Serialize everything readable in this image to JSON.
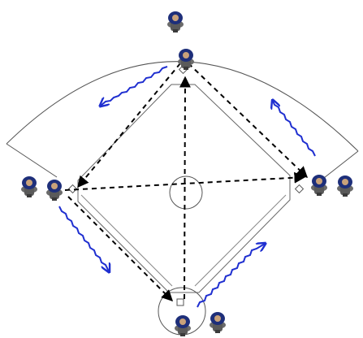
{
  "diagram": {
    "type": "baseball-drill-diagram",
    "colors": {
      "field_line": "#555555",
      "pass_line": "#000000",
      "movement_arrow": "#1f2fd0",
      "player_cap": "#1e2f7a",
      "player_body": "#6b6b6b",
      "player_skin": "#c9a27a"
    },
    "player_icon": "player-figure-icon",
    "arrow_icon": "wavy-arrow-icon",
    "players": [
      {
        "id": "center-field",
        "role": "outfield"
      },
      {
        "id": "second-base-area",
        "role": "infield"
      },
      {
        "id": "first-base",
        "role": "infield"
      },
      {
        "id": "right-field-line",
        "role": "outfield"
      },
      {
        "id": "third-base",
        "role": "infield"
      },
      {
        "id": "left-field-line",
        "role": "outfield"
      },
      {
        "id": "catcher",
        "role": "infield"
      },
      {
        "id": "batter-side",
        "role": "infield"
      }
    ],
    "pass_routes": [
      {
        "from": "home",
        "to": "second-base"
      },
      {
        "from": "third-base",
        "to": "first-base"
      },
      {
        "from": "second-base",
        "to": "first-base"
      },
      {
        "from": "third-base",
        "to": "home"
      }
    ],
    "movements": [
      {
        "player": "second-base-area",
        "direction": "down-left"
      },
      {
        "player": "first-base",
        "direction": "up-left"
      },
      {
        "player": "third-base",
        "direction": "down-right"
      },
      {
        "player": "batter-side",
        "direction": "up-right"
      }
    ]
  }
}
